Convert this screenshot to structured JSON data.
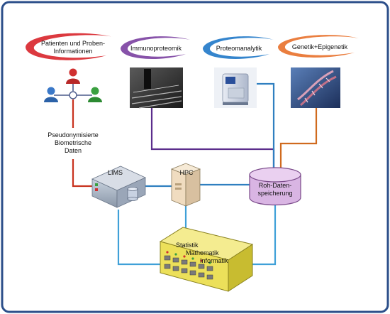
{
  "categories": {
    "patients_line1": "Patienten und Proben-",
    "patients_line2": "Informationen",
    "immuno": "Immunoproteomik",
    "proteo": "Proteomanalytik",
    "genetics": "Genetik+Epigenetik"
  },
  "pseudonym": {
    "line1": "Pseudonymisierte",
    "line2": "Biometrische",
    "line3": "Daten"
  },
  "nodes": {
    "lims": "LIMS",
    "hpc": "HPC",
    "storage_line1": "Roh-Daten-",
    "storage_line2": "speicherung"
  },
  "switch": {
    "line1": "Statistik",
    "line2": "Mathematik",
    "line3": "Informatik"
  },
  "colors": {
    "patients_swoosh": "#d8232a",
    "immuno_swoosh": "#7a3fa0",
    "proteo_swoosh": "#1f78c8",
    "genetics_swoosh": "#e8702a",
    "line_red": "#c8321e",
    "line_purple": "#5b2d8c",
    "line_blue": "#2f7fc0",
    "line_orange": "#d06a1e",
    "line_light_blue": "#3fa0d8",
    "storage_fill": "#d9b5e3",
    "switch_fill": "#ece05a",
    "hpc_fill": "#f0dcc0",
    "frame": "#2c4f8a"
  },
  "icons": [
    "person-red-icon",
    "person-blue-icon",
    "person-green-icon",
    "microarray-photo",
    "mass-spectrometer-photo",
    "dna-helix-photo",
    "lims-server-icon",
    "hpc-tower-icon",
    "storage-cylinder-icon",
    "network-switch-icon"
  ]
}
